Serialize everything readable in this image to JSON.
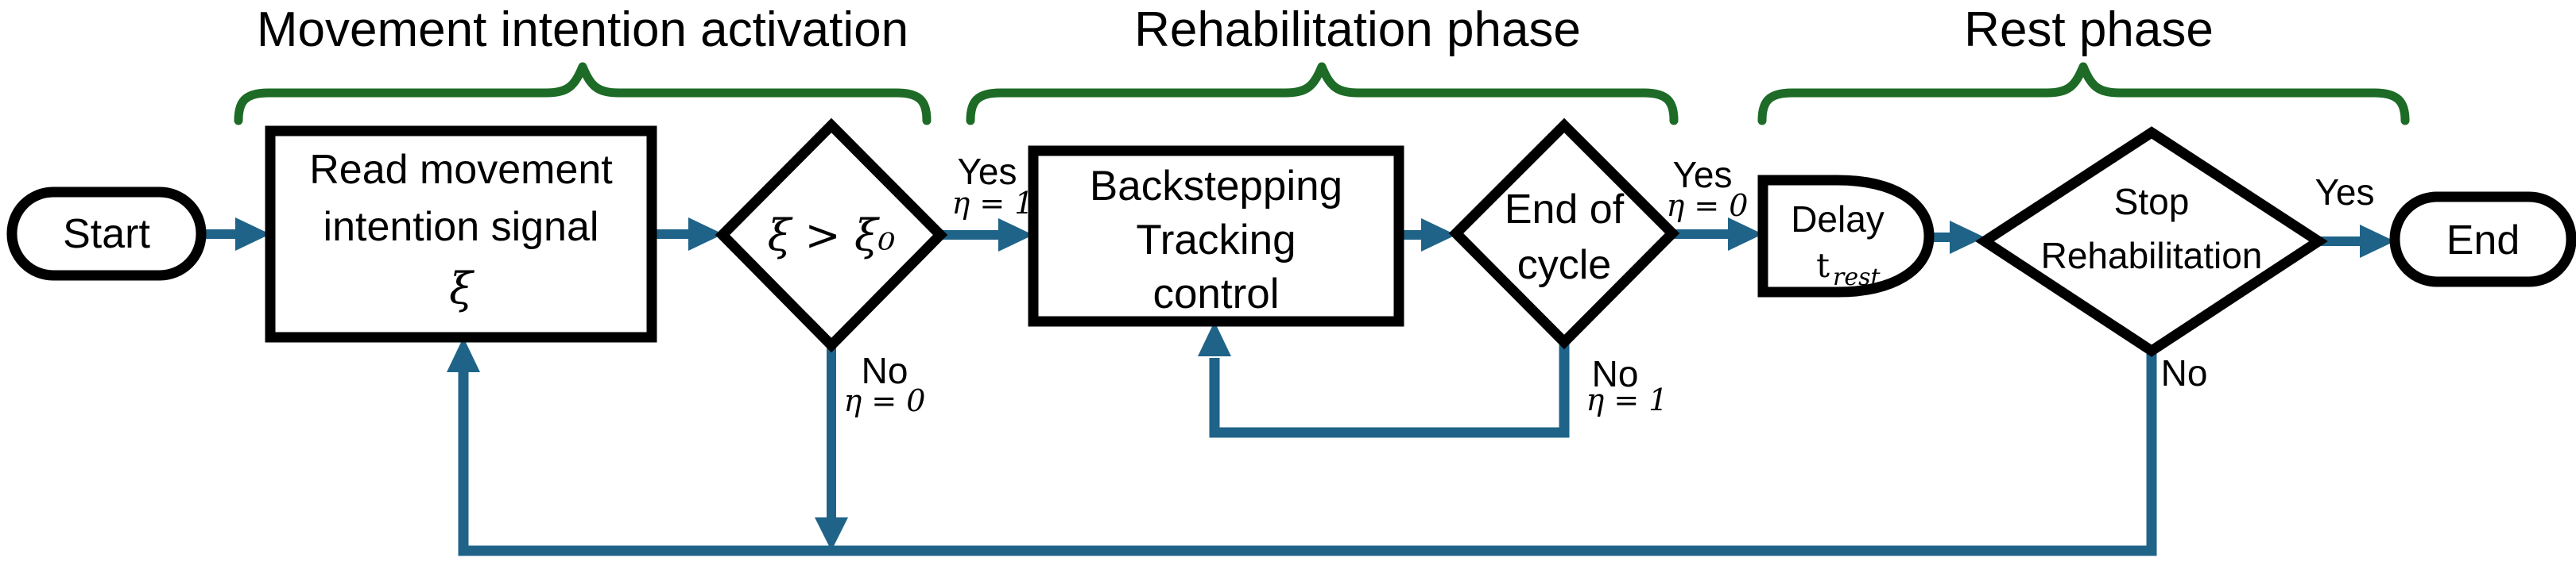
{
  "colors": {
    "arrow": "#1f6388",
    "brace": "#1d6b26",
    "ink": "#000000",
    "bg": "#ffffff"
  },
  "phases": [
    {
      "label": "Movement intention activation"
    },
    {
      "label": "Rehabilitation phase"
    },
    {
      "label": "Rest phase"
    }
  ],
  "nodes": {
    "start": {
      "label": "Start"
    },
    "read_signal": {
      "lines": [
        "Read movement",
        "intention signal"
      ],
      "symbol": "ξ"
    },
    "intention_decision": {
      "condition": "ξ > ξ₀"
    },
    "backstepping": {
      "lines": [
        "Backstepping",
        "Tracking",
        "control"
      ]
    },
    "end_of_cycle": {
      "lines": [
        "End of",
        "cycle"
      ]
    },
    "delay": {
      "label": "Delay",
      "symbol_base": "t",
      "symbol_sub": "rest"
    },
    "stop_rehab": {
      "lines": [
        "Stop",
        "Rehabilitation"
      ]
    },
    "end": {
      "label": "End"
    }
  },
  "edges": {
    "intention_yes": {
      "label": "Yes",
      "sublabel": "η = 1"
    },
    "intention_no": {
      "label": "No",
      "sublabel": "η = 0"
    },
    "cycle_yes": {
      "label": "Yes",
      "sublabel": "η = 0"
    },
    "cycle_no": {
      "label": "No",
      "sublabel": "η = 1"
    },
    "stop_yes": {
      "label": "Yes"
    },
    "stop_no": {
      "label": "No"
    }
  }
}
